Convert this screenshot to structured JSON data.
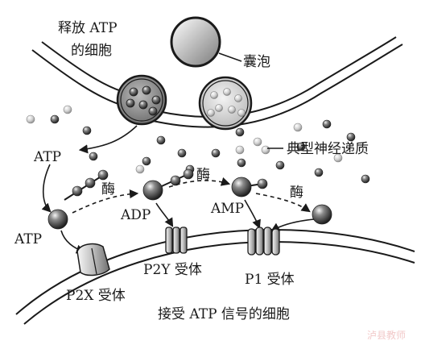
{
  "labels": {
    "releasing_cell_line1": "释放 ATP",
    "releasing_cell_line2": "的细胞",
    "vesicle": "囊泡",
    "neurotransmitter": "典型神经递质",
    "atp_upper": "ATP",
    "enzyme_1": "酶",
    "enzyme_2": "酶",
    "enzyme_3": "酶",
    "adp": "ADP",
    "amp": "AMP",
    "atp_lower": "ATP",
    "p2x": "P2X 受体",
    "p2y": "P2Y 受体",
    "p1": "P1 受体",
    "receiving_cell": "接受 ATP 信号的细胞",
    "watermark": "泸县教师"
  },
  "colors": {
    "membrane": "#1a1a1a",
    "molecule_dark": "#3a3a3a",
    "molecule_light": "#bdbdbd",
    "receptor": "#d9d9d9"
  }
}
